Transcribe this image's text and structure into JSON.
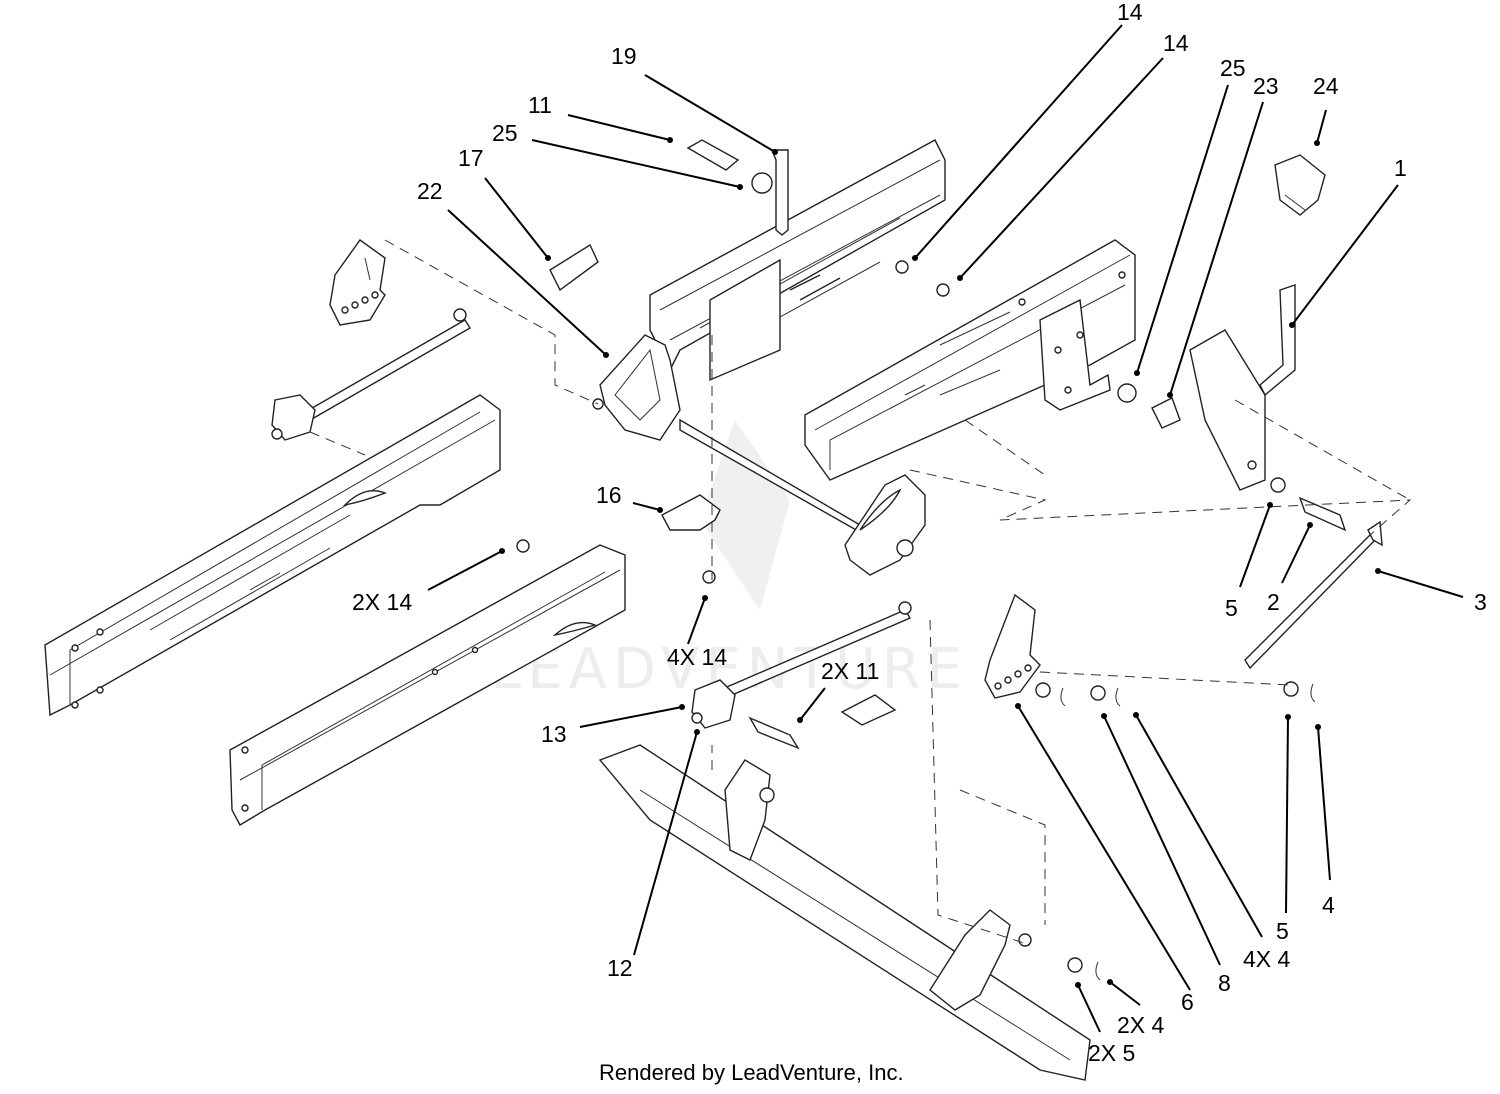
{
  "footer": "Rendered by LeadVenture, Inc.",
  "watermark": "LEADVENTURE",
  "callouts": [
    {
      "id": "c19",
      "text": "19"
    },
    {
      "id": "c11",
      "text": "11"
    },
    {
      "id": "c25a",
      "text": "25"
    },
    {
      "id": "c17",
      "text": "17"
    },
    {
      "id": "c22",
      "text": "22"
    },
    {
      "id": "c14a",
      "text": "14"
    },
    {
      "id": "c14b",
      "text": "14"
    },
    {
      "id": "c25b",
      "text": "25"
    },
    {
      "id": "c23",
      "text": "23"
    },
    {
      "id": "c24",
      "text": "24"
    },
    {
      "id": "c1",
      "text": "1"
    },
    {
      "id": "c16",
      "text": "16"
    },
    {
      "id": "c2x14",
      "text": "2X 14"
    },
    {
      "id": "c4x14",
      "text": "4X 14"
    },
    {
      "id": "c2x11",
      "text": "2X 11"
    },
    {
      "id": "c13",
      "text": "13"
    },
    {
      "id": "c12",
      "text": "12"
    },
    {
      "id": "c5a",
      "text": "5"
    },
    {
      "id": "c2",
      "text": "2"
    },
    {
      "id": "c3",
      "text": "3"
    },
    {
      "id": "c6",
      "text": "6"
    },
    {
      "id": "c8",
      "text": "8"
    },
    {
      "id": "c4x4",
      "text": "4X 4"
    },
    {
      "id": "c5b",
      "text": "5"
    },
    {
      "id": "c5c",
      "text": "5"
    },
    {
      "id": "c4",
      "text": "4"
    },
    {
      "id": "c2x4",
      "text": "2X 4"
    },
    {
      "id": "c2x5",
      "text": "2X 5"
    }
  ]
}
